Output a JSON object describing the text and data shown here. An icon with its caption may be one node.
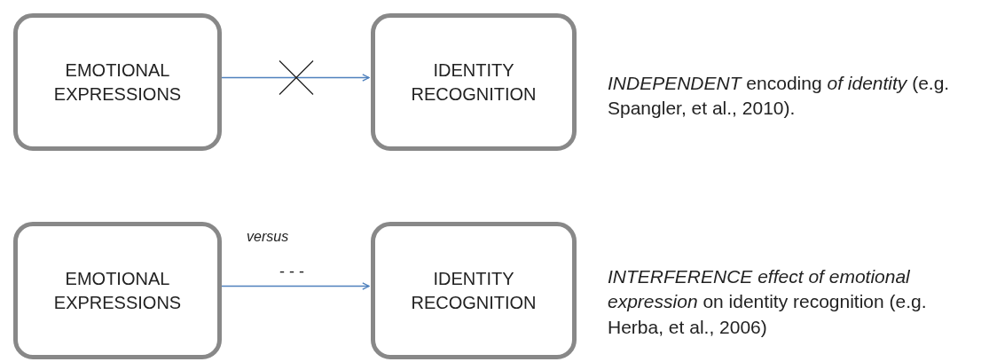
{
  "diagram": {
    "nodes": [
      {
        "text": [
          "EMOTIONAL EXPRESSIONS"
        ]
      },
      {
        "text": [
          "IDENTITY RECOGNITION"
        ],
        "beside": [
          "*INDEPENDENT*  encoding *of identity* (e.g. Spangler, et al., 2010)."
        ]
      },
      {
        "text": [
          "EMOTIONAL EXPRESSIONS"
        ]
      },
      {
        "text": [
          "IDENTITY RECOGNITION"
        ],
        "beside": [
          "*INTERFERENCE effect of emotional expression* on identity recognition (e.g. Herba, et al., 2006)"
        ]
      }
    ],
    "edges": [
      {
        "from": 0,
        "to": 1,
        "arrow": "to"
      },
      {
        "from": 2,
        "to": 3,
        "arrow": "to",
        "label": "- - -"
      }
    ],
    "labels": [
      "versus"
    ]
  }
}
